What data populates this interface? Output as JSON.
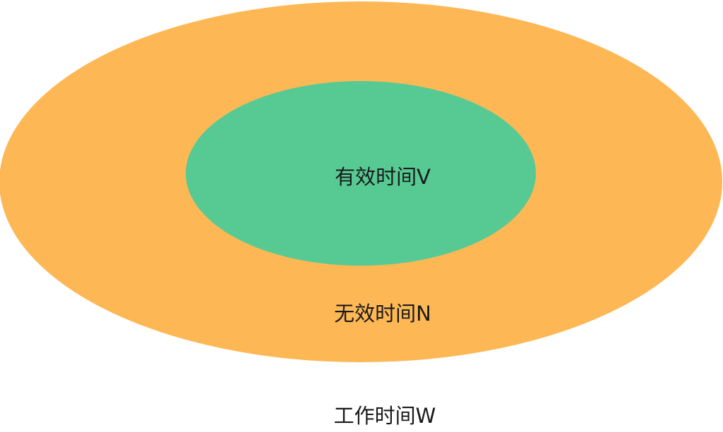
{
  "diagram": {
    "outer": {
      "label": "无效时间N",
      "color": "#FDB855"
    },
    "inner": {
      "label": "有效时间V",
      "color": "#57CA94"
    },
    "caption": "工作时间W"
  }
}
